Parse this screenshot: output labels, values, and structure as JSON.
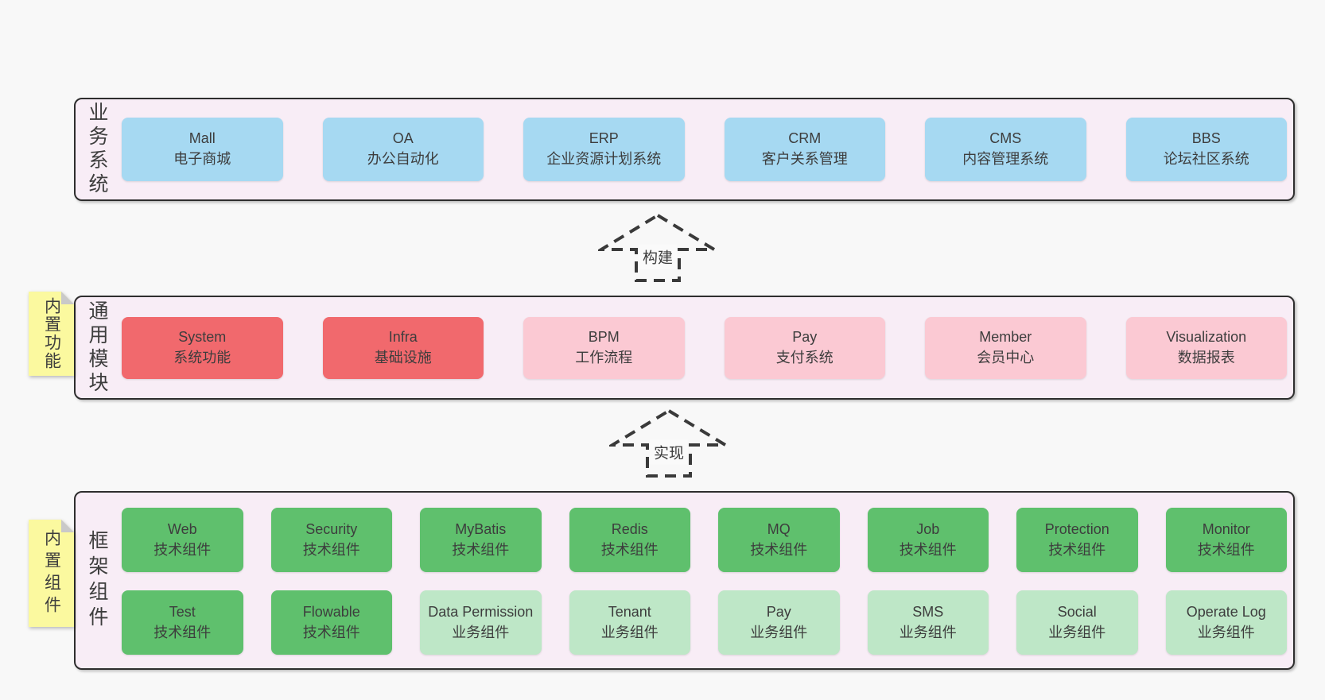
{
  "layers": {
    "business": {
      "label": "业务系统",
      "boxes": [
        {
          "title": "Mall",
          "subtitle": "电子商城"
        },
        {
          "title": "OA",
          "subtitle": "办公自动化"
        },
        {
          "title": "ERP",
          "subtitle": "企业资源计划系统"
        },
        {
          "title": "CRM",
          "subtitle": "客户关系管理"
        },
        {
          "title": "CMS",
          "subtitle": "内容管理系统"
        },
        {
          "title": "BBS",
          "subtitle": "论坛社区系统"
        }
      ]
    },
    "modules": {
      "label": "通用模块",
      "note": "内置功能",
      "boxes": [
        {
          "title": "System",
          "subtitle": "系统功能"
        },
        {
          "title": "Infra",
          "subtitle": "基础设施"
        },
        {
          "title": "BPM",
          "subtitle": "工作流程"
        },
        {
          "title": "Pay",
          "subtitle": "支付系统"
        },
        {
          "title": "Member",
          "subtitle": "会员中心"
        },
        {
          "title": "Visualization",
          "subtitle": "数据报表"
        }
      ]
    },
    "components": {
      "label": "框架组件",
      "note": "内置组件",
      "rows": [
        [
          {
            "title": "Web",
            "subtitle": "技术组件"
          },
          {
            "title": "Security",
            "subtitle": "技术组件"
          },
          {
            "title": "MyBatis",
            "subtitle": "技术组件"
          },
          {
            "title": "Redis",
            "subtitle": "技术组件"
          },
          {
            "title": "MQ",
            "subtitle": "技术组件"
          },
          {
            "title": "Job",
            "subtitle": "技术组件"
          },
          {
            "title": "Protection",
            "subtitle": "技术组件"
          },
          {
            "title": "Monitor",
            "subtitle": "技术组件"
          }
        ],
        [
          {
            "title": "Test",
            "subtitle": "技术组件"
          },
          {
            "title": "Flowable",
            "subtitle": "技术组件"
          },
          {
            "title": "Data Permission",
            "subtitle": "业务组件"
          },
          {
            "title": "Tenant",
            "subtitle": "业务组件"
          },
          {
            "title": "Pay",
            "subtitle": "业务组件"
          },
          {
            "title": "SMS",
            "subtitle": "业务组件"
          },
          {
            "title": "Social",
            "subtitle": "业务组件"
          },
          {
            "title": "Operate Log",
            "subtitle": "业务组件"
          }
        ]
      ]
    }
  },
  "arrows": [
    {
      "label": "构建"
    },
    {
      "label": "实现"
    }
  ],
  "colors": {
    "page_bg": "#f8f8f8",
    "panel_bg": "#f8edf6",
    "panel_border": "#2e2e2e",
    "business_box": "#a6d9f2",
    "module_core_box": "#f1696d",
    "module_optional_box": "#fbc9d3",
    "tech_component_box": "#5fc06d",
    "biz_component_box": "#bee7c7",
    "note_bg": "#fbf99f",
    "note_fold": "#c9c9c9",
    "text": "#3d3d3d"
  }
}
